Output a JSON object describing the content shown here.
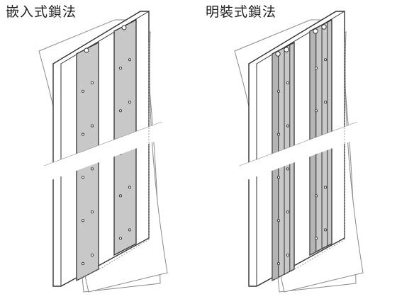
{
  "panels": {
    "left": {
      "title": "嵌入式鎖法",
      "variant": "embedded"
    },
    "right": {
      "title": "明裝式鎖法",
      "variant": "surface"
    }
  },
  "colors": {
    "line": "#333333",
    "light_line": "#8a8a8a",
    "plate_fill": "#c8c8c8",
    "plate_fill_dark": "#b4b4b4",
    "background": "#ffffff"
  }
}
